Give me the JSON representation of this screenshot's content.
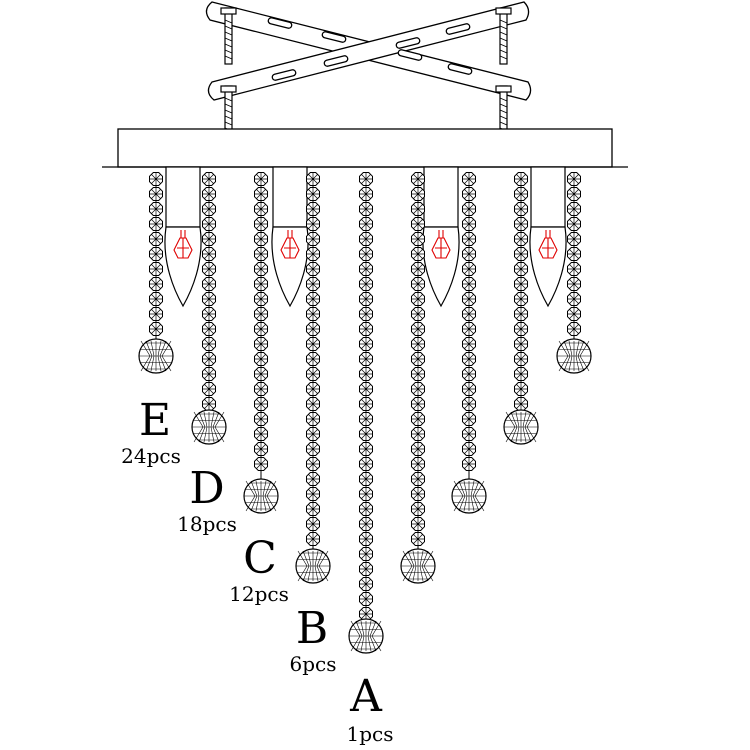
{
  "colors": {
    "line": "#000000",
    "bulb_filament": "#e00000",
    "background": "#ffffff"
  },
  "labels": [
    {
      "letter": "E",
      "quantity": "24pcs"
    },
    {
      "letter": "D",
      "quantity": "18pcs"
    },
    {
      "letter": "C",
      "quantity": "12pcs"
    },
    {
      "letter": "B",
      "quantity": "6pcs"
    },
    {
      "letter": "A",
      "quantity": "1pcs"
    }
  ]
}
